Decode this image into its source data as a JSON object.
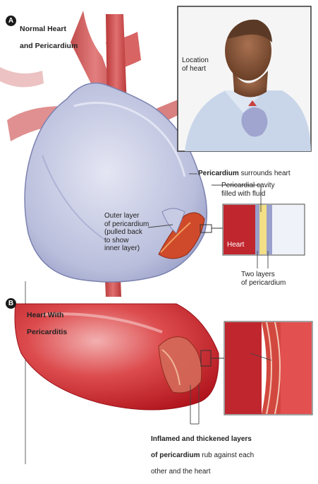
{
  "panel_a": {
    "badge": "A",
    "title_line1": "Normal Heart",
    "title_line2": "and Pericardium",
    "inset_label": "Location\nof heart",
    "label_pericardium_bold": "Pericardium",
    "label_pericardium_rest": " surrounds heart",
    "label_cavity": "Pericardial cavity\nfilled with fluid",
    "label_outer_layer": "Outer layer\nof pericardium\n(pulled back\nto show\ninner layer)",
    "label_heart": "Heart",
    "label_two_layers": "Two layers\nof pericardium"
  },
  "panel_b": {
    "badge": "B",
    "title_line1": "Heart With",
    "title_line2": "Pericarditis",
    "caption_bold_1": "Inflamed and thickened layers",
    "caption_bold_2": "of pericardium",
    "caption_rest_2": " rub against each",
    "caption_line3": "other and the heart"
  },
  "colors": {
    "pericardium": "#c9cde6",
    "heart_red": "#c8202a",
    "vessel": "#d95a5a",
    "fluid": "#f2df86",
    "skin": "#8a5a3c",
    "shirt": "#c9d6ea"
  }
}
